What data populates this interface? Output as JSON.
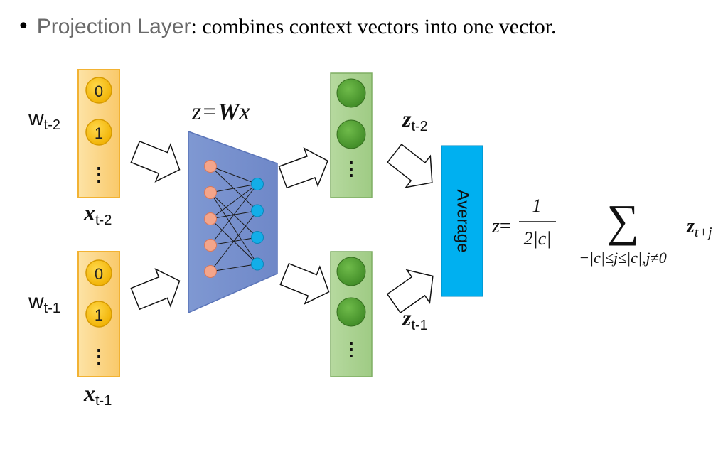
{
  "heading": {
    "bullet": "•",
    "term": "Projection Layer",
    "text": ": combines context vectors into one vector."
  },
  "inputs": [
    {
      "word_main": "w",
      "word_sub": "t-2",
      "vec_main": "x",
      "vec_sub": "t-2",
      "cells": [
        "0",
        "1"
      ],
      "ellipsis": "⋮"
    },
    {
      "word_main": "w",
      "word_sub": "t-1",
      "vec_main": "x",
      "vec_sub": "t-1",
      "cells": [
        "0",
        "1"
      ],
      "ellipsis": "⋮"
    }
  ],
  "projection": {
    "formula": {
      "z": "z",
      "eq": "=",
      "W": "W",
      "x": "x"
    },
    "input_nodes": 5,
    "output_nodes": 4
  },
  "outputs": [
    {
      "label_main": "z",
      "label_sub": "t-2",
      "ellipsis": "⋮"
    },
    {
      "label_main": "z",
      "label_sub": "t-1",
      "ellipsis": "⋮"
    }
  ],
  "average_label": "Average",
  "equation": {
    "lhs": "z",
    "eq": "=",
    "numerator": "1",
    "denominator": "2|c|",
    "sum_symbol": "∑",
    "sum_range": "−|c|≤j≤|c|,j≠0",
    "term_main": "z",
    "term_sub": "t+j"
  },
  "colors": {
    "input_box": "#fbd58a",
    "input_border": "#f2b233",
    "input_node": "#f5c000",
    "projection_fill": "#8aa2d6",
    "projection_stroke": "#5a74b8",
    "proj_in_node": "#f4a58a",
    "proj_out_node": "#13aee8",
    "output_box": "#a9d28f",
    "output_border": "#7fae63",
    "output_node": "#5aa13a",
    "average_fill": "#00b0f0"
  }
}
